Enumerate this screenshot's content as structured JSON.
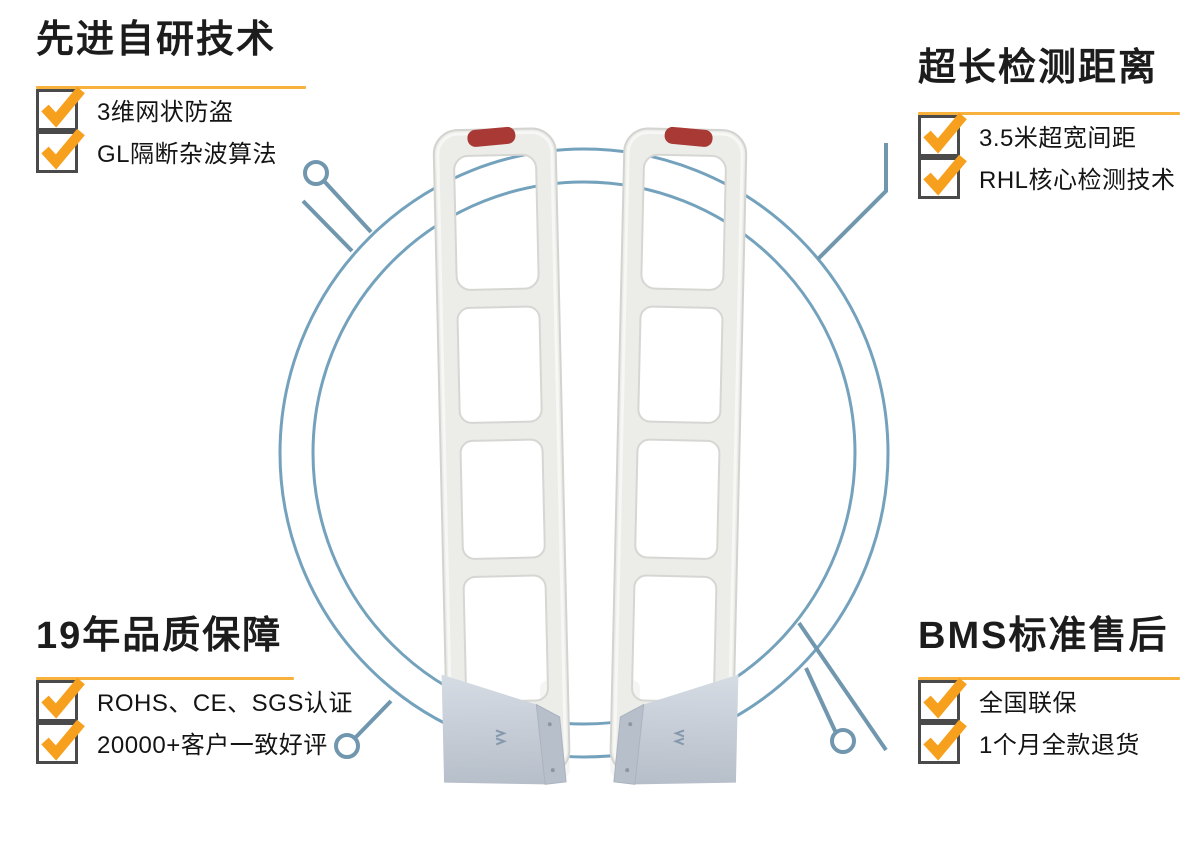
{
  "sections": {
    "top_left": {
      "heading": "先进自研技术",
      "items": [
        "3维网状防盗",
        "GL隔断杂波算法"
      ]
    },
    "top_right": {
      "heading": "超长检测距离",
      "items": [
        "3.5米超宽间距",
        "RHL核心检测技术"
      ]
    },
    "bottom_left": {
      "heading": "19年品质保障",
      "items": [
        "ROHS、CE、SGS认证",
        "20000+客户一致好评"
      ]
    },
    "bottom_right": {
      "heading": "BMS标准售后",
      "items": [
        "全国联保",
        "1个月全款退货"
      ]
    }
  },
  "colors": {
    "underline_orange": "#F8B13C",
    "check_orange": "#F7A01D",
    "checkbox_border": "#4A4A4A",
    "circle_blue": "#74A2BD",
    "callout_line_blue": "#7197AF",
    "pedestal_frame_gray": "#ECECE9",
    "pedestal_base_blue_gray": "#C3CBD6",
    "alarm_light_red": "#A83934",
    "heading_text": "#1C1C1C"
  }
}
